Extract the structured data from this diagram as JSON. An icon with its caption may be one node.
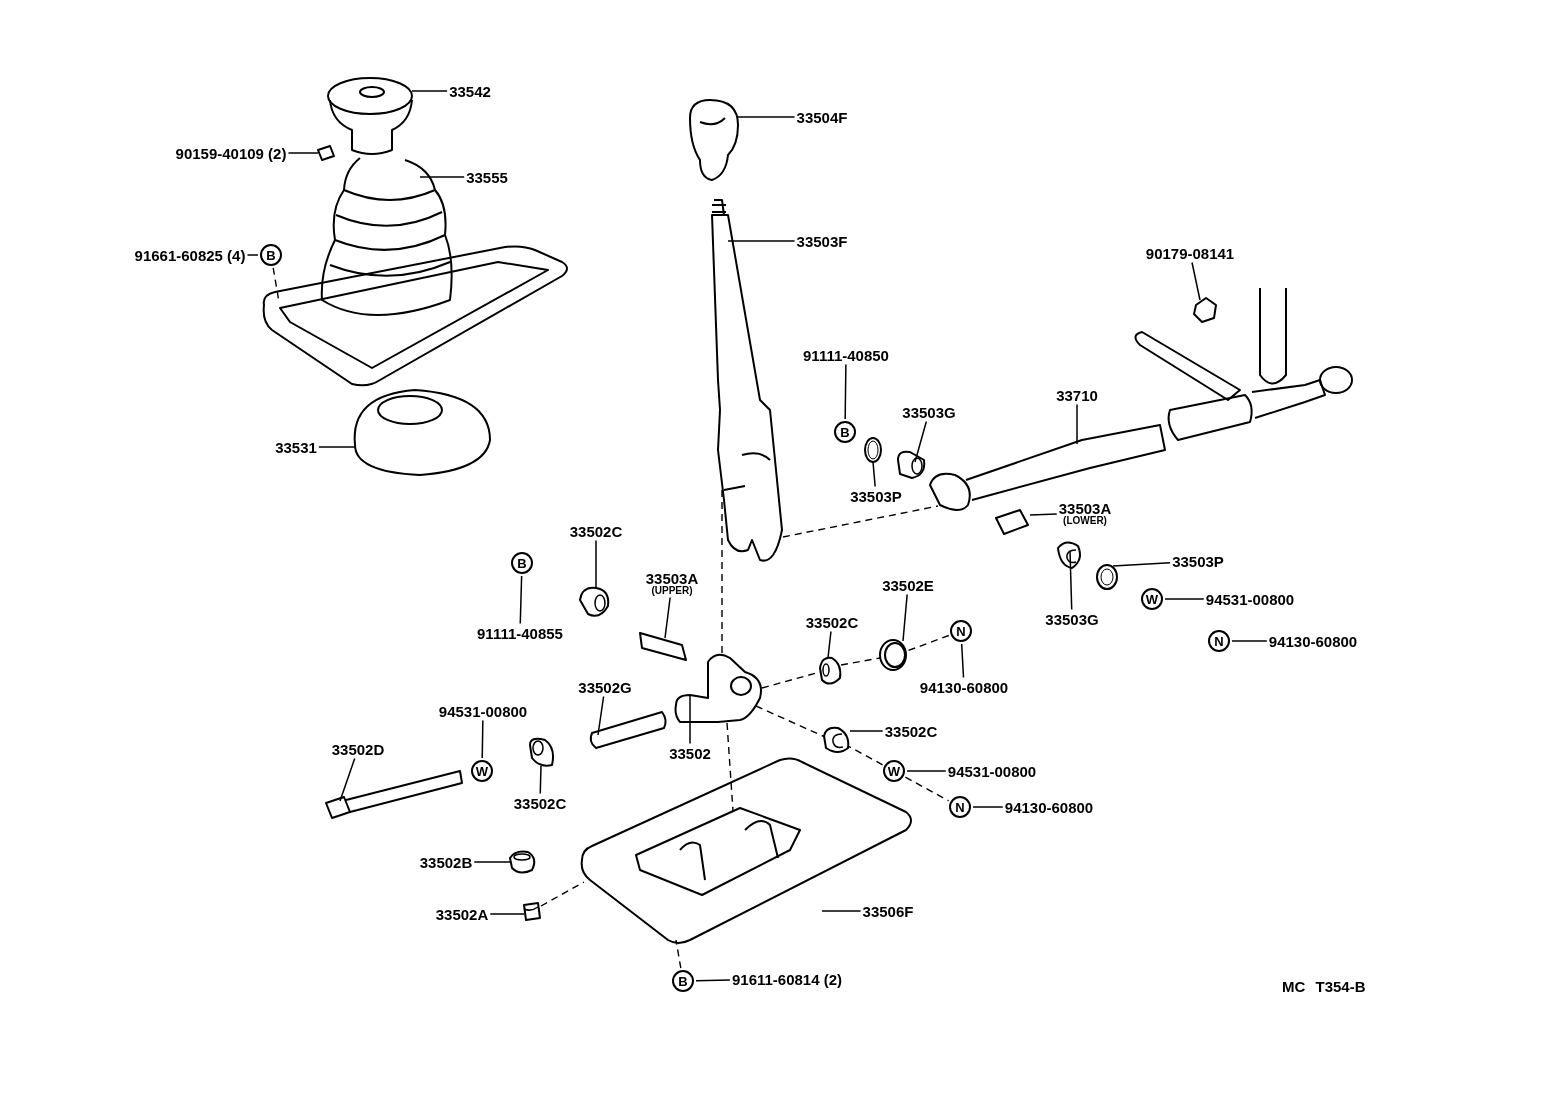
{
  "diagram": {
    "nodes": [
      {
        "text": [
          "33542"
        ]
      },
      {
        "text": [
          "90159-40109 (2)"
        ]
      },
      {
        "text": [
          "33555"
        ]
      },
      {
        "text": [
          "91661-60825 (4)"
        ]
      },
      {
        "text": [
          "B"
        ]
      },
      {
        "text": [
          "33531"
        ]
      },
      {
        "text": [
          "33504F"
        ]
      },
      {
        "text": [
          "33503F"
        ]
      },
      {
        "text": [
          "91111-40850"
        ]
      },
      {
        "text": [
          "B"
        ]
      },
      {
        "text": [
          "33503G"
        ]
      },
      {
        "text": [
          "33503P"
        ]
      },
      {
        "text": [
          "33710"
        ]
      },
      {
        "text": [
          "90179-08141"
        ]
      },
      {
        "text": [
          "33503A",
          "(LOWER)"
        ]
      },
      {
        "text": [
          "33502C"
        ]
      },
      {
        "text": [
          "B"
        ]
      },
      {
        "text": [
          "91111-40855"
        ]
      },
      {
        "text": [
          "33503A",
          "(UPPER)"
        ]
      },
      {
        "text": [
          "33503G"
        ]
      },
      {
        "text": [
          "33503P"
        ]
      },
      {
        "text": [
          "W"
        ]
      },
      {
        "text": [
          "94531-00800"
        ]
      },
      {
        "text": [
          "N"
        ]
      },
      {
        "text": [
          "94130-60800"
        ]
      },
      {
        "text": [
          "33502E"
        ]
      },
      {
        "text": [
          "33502C"
        ]
      },
      {
        "text": [
          "N"
        ]
      },
      {
        "text": [
          "94130-60800"
        ]
      },
      {
        "text": [
          "33502G"
        ]
      },
      {
        "text": [
          "94531-00800"
        ]
      },
      {
        "text": [
          "W"
        ]
      },
      {
        "text": [
          "33502D"
        ]
      },
      {
        "text": [
          "33502"
        ]
      },
      {
        "text": [
          "33502C"
        ]
      },
      {
        "text": [
          "33502C"
        ]
      },
      {
        "text": [
          "W"
        ]
      },
      {
        "text": [
          "94531-00800"
        ]
      },
      {
        "text": [
          "N"
        ]
      },
      {
        "text": [
          "94130-60800"
        ]
      },
      {
        "text": [
          "33502B"
        ]
      },
      {
        "text": [
          "33502A"
        ]
      },
      {
        "text": [
          "33506F"
        ]
      },
      {
        "text": [
          "B"
        ]
      },
      {
        "text": [
          "91611-60814 (2)"
        ]
      },
      {
        "text": [],
        "shape": "picture"
      },
      {
        "text": [],
        "shape": "picture"
      },
      {
        "text": [],
        "shape": "picture"
      },
      {
        "text": [],
        "shape": "picture"
      },
      {
        "text": [],
        "shape": "picture"
      },
      {
        "text": [],
        "shape": "picture"
      },
      {
        "text": [],
        "shape": "picture"
      },
      {
        "text": [],
        "shape": "picture"
      },
      {
        "text": [],
        "shape": "picture"
      },
      {
        "text": [],
        "shape": "picture"
      },
      {
        "text": [],
        "shape": "picture"
      },
      {
        "text": [],
        "shape": "picture"
      },
      {
        "text": [],
        "shape": "picture"
      },
      {
        "text": [],
        "shape": "picture"
      },
      {
        "text": [],
        "shape": "picture"
      },
      {
        "text": [],
        "shape": "picture"
      },
      {
        "text": [],
        "shape": "picture"
      },
      {
        "text": [],
        "shape": "picture"
      },
      {
        "text": [],
        "shape": "picture"
      },
      {
        "text": [],
        "shape": "picture"
      },
      {
        "text": [],
        "shape": "picture"
      },
      {
        "text": [],
        "shape": "picture"
      },
      {
        "text": [],
        "shape": "picture"
      },
      {
        "text": [],
        "shape": "picture"
      },
      {
        "text": [],
        "shape": "picture"
      }
    ],
    "edges": [
      {
        "from": 0,
        "to": 45,
        "arrow": "none"
      },
      {
        "from": 1,
        "to": 46,
        "arrow": "none"
      },
      {
        "from": 2,
        "to": 47,
        "arrow": "none"
      },
      {
        "from": 3,
        "to": 4,
        "arrow": "none"
      },
      {
        "from": 4,
        "to": 47,
        "arrow": "none",
        "style": "dashed"
      },
      {
        "from": 5,
        "to": 48,
        "arrow": "none"
      },
      {
        "from": 6,
        "to": 49,
        "arrow": "none"
      },
      {
        "from": 7,
        "to": 50,
        "arrow": "none"
      },
      {
        "from": 8,
        "to": 9,
        "arrow": "none"
      },
      {
        "from": 10,
        "to": 52,
        "arrow": "none"
      },
      {
        "from": 11,
        "to": 51,
        "arrow": "none"
      },
      {
        "from": 12,
        "to": 53,
        "arrow": "none"
      },
      {
        "from": 13,
        "to": 54,
        "arrow": "none"
      },
      {
        "from": 14,
        "to": 55,
        "arrow": "none"
      },
      {
        "from": 15,
        "to": 58,
        "arrow": "none"
      },
      {
        "from": 16,
        "to": 17,
        "arrow": "none"
      },
      {
        "from": 18,
        "to": 59,
        "arrow": "none"
      },
      {
        "from": 19,
        "to": 56,
        "arrow": "none"
      },
      {
        "from": 20,
        "to": 57,
        "arrow": "none"
      },
      {
        "from": 21,
        "to": 22,
        "arrow": "none"
      },
      {
        "from": 23,
        "to": 24,
        "arrow": "none"
      },
      {
        "from": 25,
        "to": 60,
        "arrow": "none"
      },
      {
        "from": 26,
        "to": 61,
        "arrow": "none"
      },
      {
        "from": 27,
        "to": 28,
        "arrow": "none"
      },
      {
        "from": 27,
        "to": 60,
        "arrow": "none",
        "style": "dashed"
      },
      {
        "from": 29,
        "to": 62,
        "arrow": "none"
      },
      {
        "from": 30,
        "to": 31,
        "arrow": "none"
      },
      {
        "from": 32,
        "to": 65,
        "arrow": "none"
      },
      {
        "from": 33,
        "to": 63,
        "arrow": "none"
      },
      {
        "from": 34,
        "to": 64,
        "arrow": "none"
      },
      {
        "from": 35,
        "to": 66,
        "arrow": "none"
      },
      {
        "from": 36,
        "to": 38,
        "arrow": "none",
        "style": "dashed"
      },
      {
        "from": 36,
        "to": 64,
        "arrow": "none",
        "style": "dashed"
      },
      {
        "from": 36,
        "to": 37,
        "arrow": "none"
      },
      {
        "from": 38,
        "to": 39,
        "arrow": "none"
      },
      {
        "from": 40,
        "to": 67,
        "arrow": "none"
      },
      {
        "from": 41,
        "to": 68,
        "arrow": "none"
      },
      {
        "from": 42,
        "to": 69,
        "arrow": "none"
      },
      {
        "from": 43,
        "to": 44,
        "arrow": "none"
      },
      {
        "from": 43,
        "to": 69,
        "arrow": "none",
        "style": "dashed"
      },
      {
        "from": 50,
        "to": 63,
        "arrow": "none",
        "style": "dashed"
      },
      {
        "from": 63,
        "to": 69,
        "arrow": "none",
        "style": "dashed"
      },
      {
        "from": 50,
        "to": 53,
        "arrow": "none",
        "style": "dashed"
      },
      {
        "from": 63,
        "to": 61,
        "arrow": "none",
        "style": "dashed"
      },
      {
        "from": 61,
        "to": 60,
        "arrow": "none",
        "style": "dashed"
      },
      {
        "from": 63,
        "to": 64,
        "arrow": "none",
        "style": "dashed"
      },
      {
        "from": 68,
        "to": 69,
        "arrow": "none",
        "style": "dashed"
      }
    ],
    "labels": [
      "MC T354-B"
    ]
  }
}
